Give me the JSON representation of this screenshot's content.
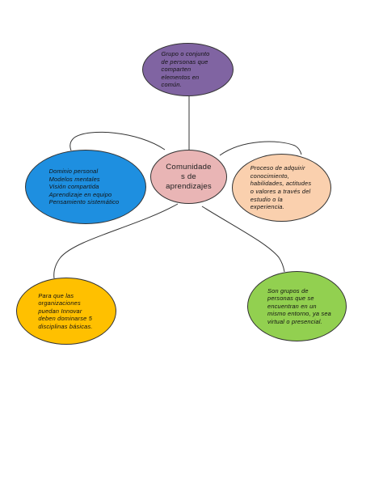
{
  "colors": {
    "center": "#E9B5B5",
    "top": "#8064A2",
    "left": "#1E8FE0",
    "right": "#FAD0AE",
    "bottom_left": "#FFC000",
    "bottom_right": "#92D050",
    "connector": "#333333"
  },
  "nodes": {
    "center": {
      "text": "Comunidade\ns de\naprendizajes"
    },
    "top": {
      "text": "Grupo o conjunto\nde personas que\ncomparten\nelementos en\ncomún."
    },
    "left": {
      "text": "Dominio personal\nModelos mentales\nVisión compartida\nAprendizaje en equipo\nPensamiento sistemático"
    },
    "right": {
      "text": "Proceso de adquirir\nconocimiento,\nhabilidades, actitudes\no valores a través del\nestudio o la\nexperiencia."
    },
    "bottom_left": {
      "text": "Para que las\norganizaciones\npuedan Innovar\ndeben dominarse 5\ndisciplinas básicas."
    },
    "bottom_right": {
      "text": "Son grupos de\npersonas que se\nencuentran en un\nmismo entorno, ya sea\nvirtual o presencial."
    }
  }
}
